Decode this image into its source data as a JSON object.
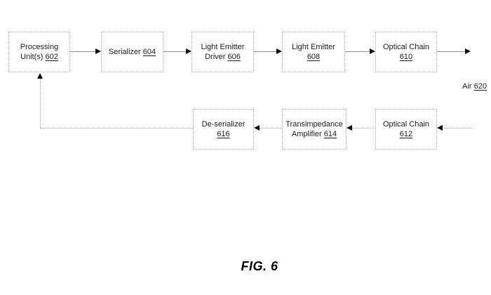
{
  "figure": {
    "caption": "FIG. 6",
    "air_label": {
      "text": "Air",
      "ref": "620"
    },
    "boxes": [
      {
        "name": "processing-unit",
        "line1": "Processing",
        "line2": "Unit(s)",
        "ref": "602"
      },
      {
        "name": "serializer",
        "line1": "Serializer",
        "ref": "604"
      },
      {
        "name": "light-emitter-driver",
        "line1": "Light Emitter",
        "line2": "Driver",
        "ref": "606"
      },
      {
        "name": "light-emitter",
        "line1": "Light Emitter",
        "line2": "",
        "ref": "608"
      },
      {
        "name": "optical-chain-transmit",
        "line1": "Optical Chain",
        "line2": "",
        "ref": "610"
      },
      {
        "name": "optical-chain-receive",
        "line1": "Optical Chain",
        "line2": "",
        "ref": "612"
      },
      {
        "name": "transimpedance-amplifier",
        "line1": "Transimpedance",
        "line2": "Amplifier",
        "ref": "614"
      },
      {
        "name": "de-serializer",
        "line1": "De-serializer",
        "line2": "",
        "ref": "616"
      }
    ]
  },
  "colors": {
    "box_border": "#b3b3b3",
    "connector_solid": "#8f8f8f",
    "connector_dotted": "#ababab",
    "arrowhead": "#111111"
  }
}
